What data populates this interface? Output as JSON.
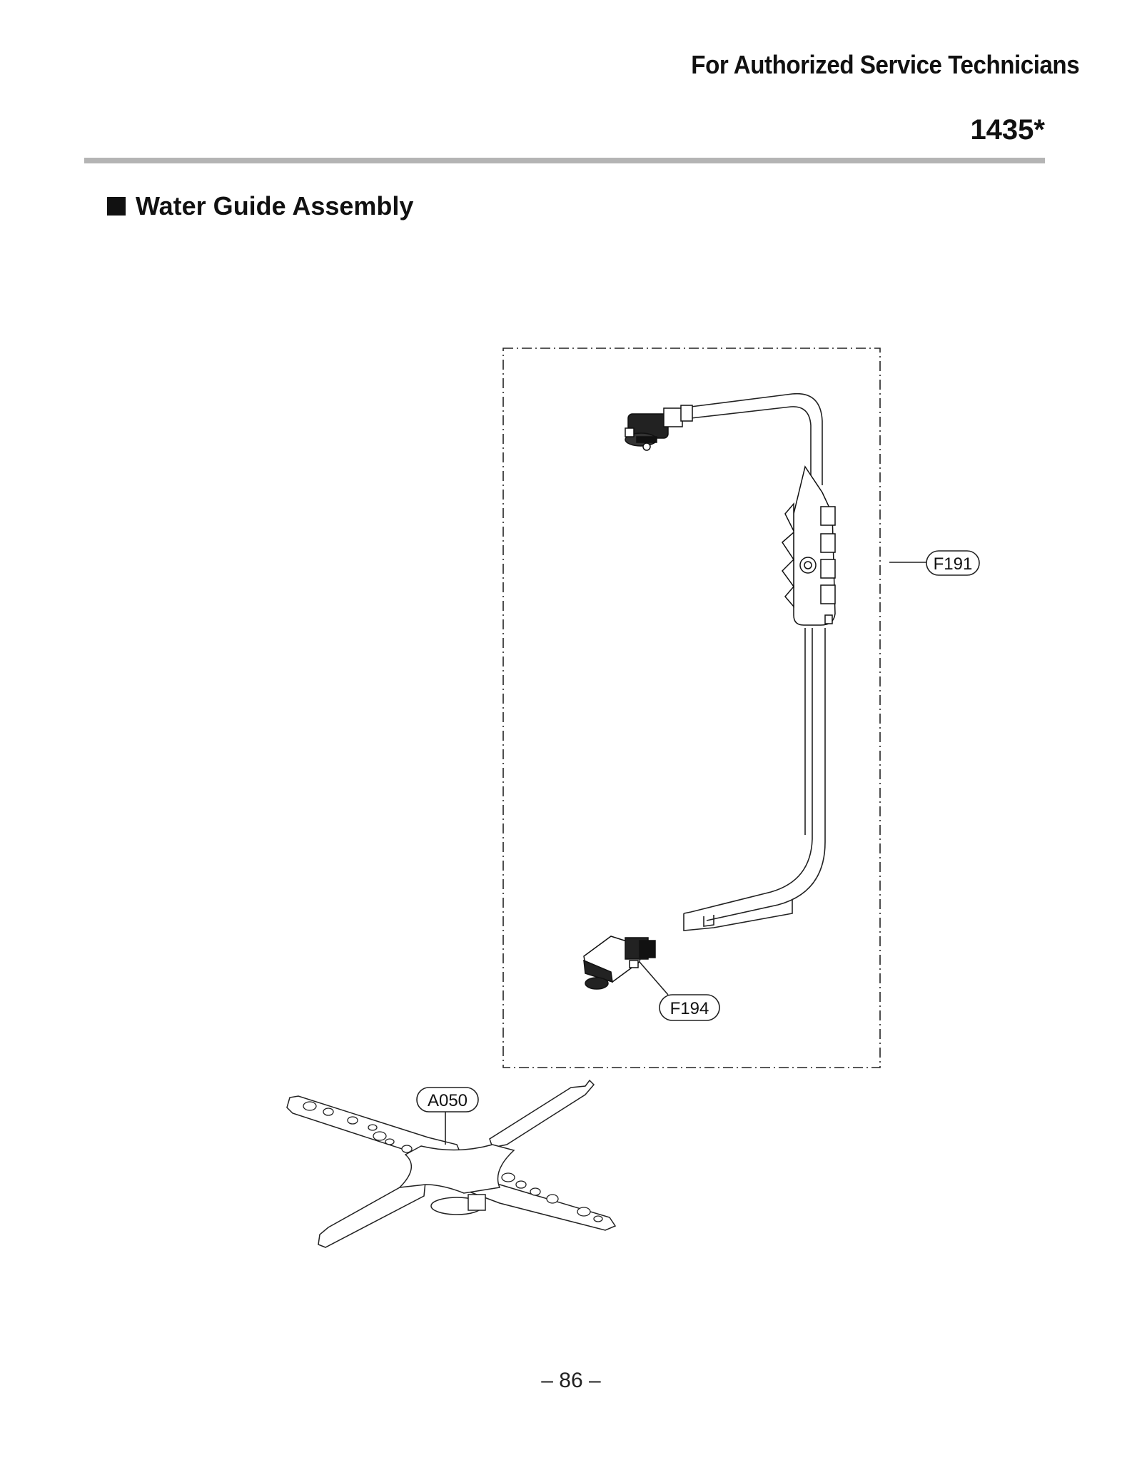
{
  "header": {
    "title": "For Authorized Service Technicians",
    "model_code": "1435*"
  },
  "section": {
    "title": "Water Guide Assembly"
  },
  "diagram": {
    "callouts": [
      {
        "id": "F191",
        "label": "F191"
      },
      {
        "id": "F194",
        "label": "F194"
      },
      {
        "id": "A050",
        "label": "A050"
      }
    ]
  },
  "footer": {
    "page_number": "– 86 –"
  }
}
